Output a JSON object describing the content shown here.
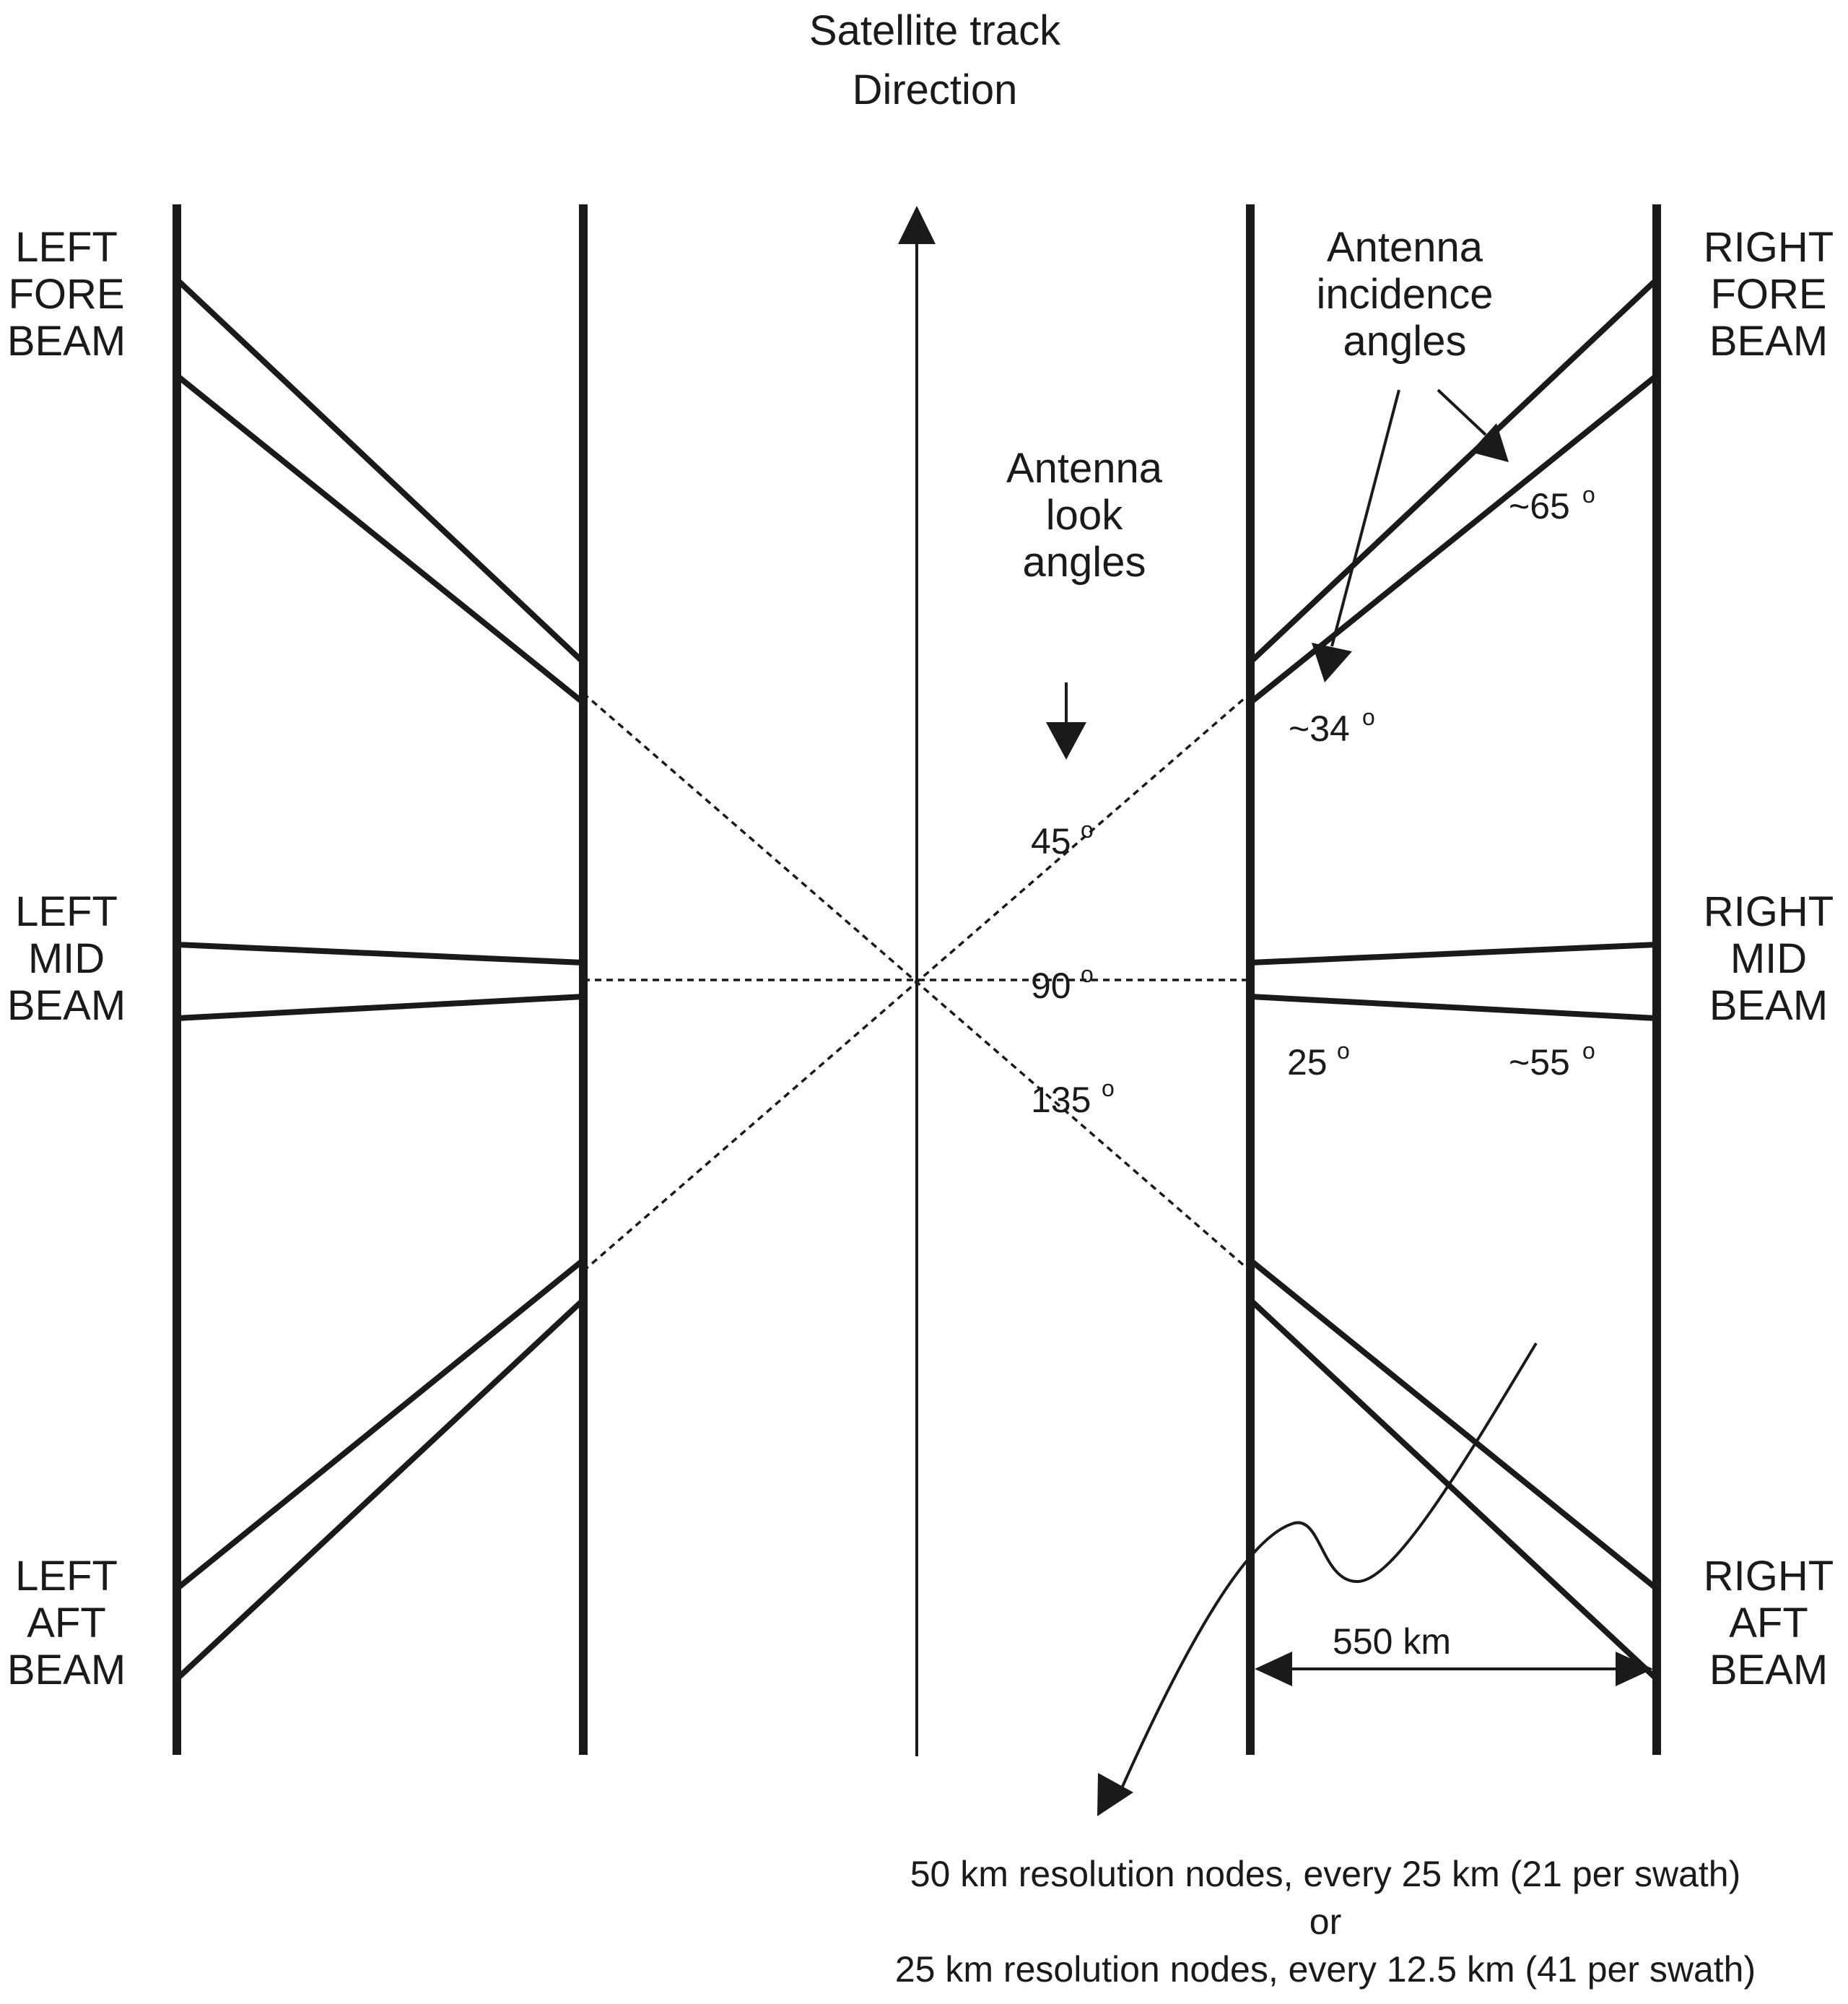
{
  "title": {
    "line1": "Satellite track",
    "line2": "Direction"
  },
  "beams": {
    "left_fore": [
      "LEFT",
      "FORE",
      "BEAM"
    ],
    "left_mid": [
      "LEFT",
      "MID",
      "BEAM"
    ],
    "left_aft": [
      "LEFT",
      "AFT",
      "BEAM"
    ],
    "right_fore": [
      "RIGHT",
      "FORE",
      "BEAM"
    ],
    "right_mid": [
      "RIGHT",
      "MID",
      "BEAM"
    ],
    "right_aft": [
      "RIGHT",
      "AFT",
      "BEAM"
    ]
  },
  "look_angles": {
    "label": [
      "Antenna",
      "look",
      "angles"
    ],
    "a45": "45",
    "a90": "90",
    "a135": "135"
  },
  "incidence_angles": {
    "label": [
      "Antenna",
      "incidence",
      "angles"
    ],
    "fore_outer": "~65",
    "fore_inner": "~34",
    "mid_inner": "25",
    "mid_outer": "~55"
  },
  "degree_mark": "o",
  "swath_width": "550 km",
  "footnote": {
    "line1": "50 km resolution nodes, every 25 km (21 per swath)",
    "line2": "or",
    "line3": "25 km resolution nodes, every 12.5 km (41 per swath)"
  }
}
